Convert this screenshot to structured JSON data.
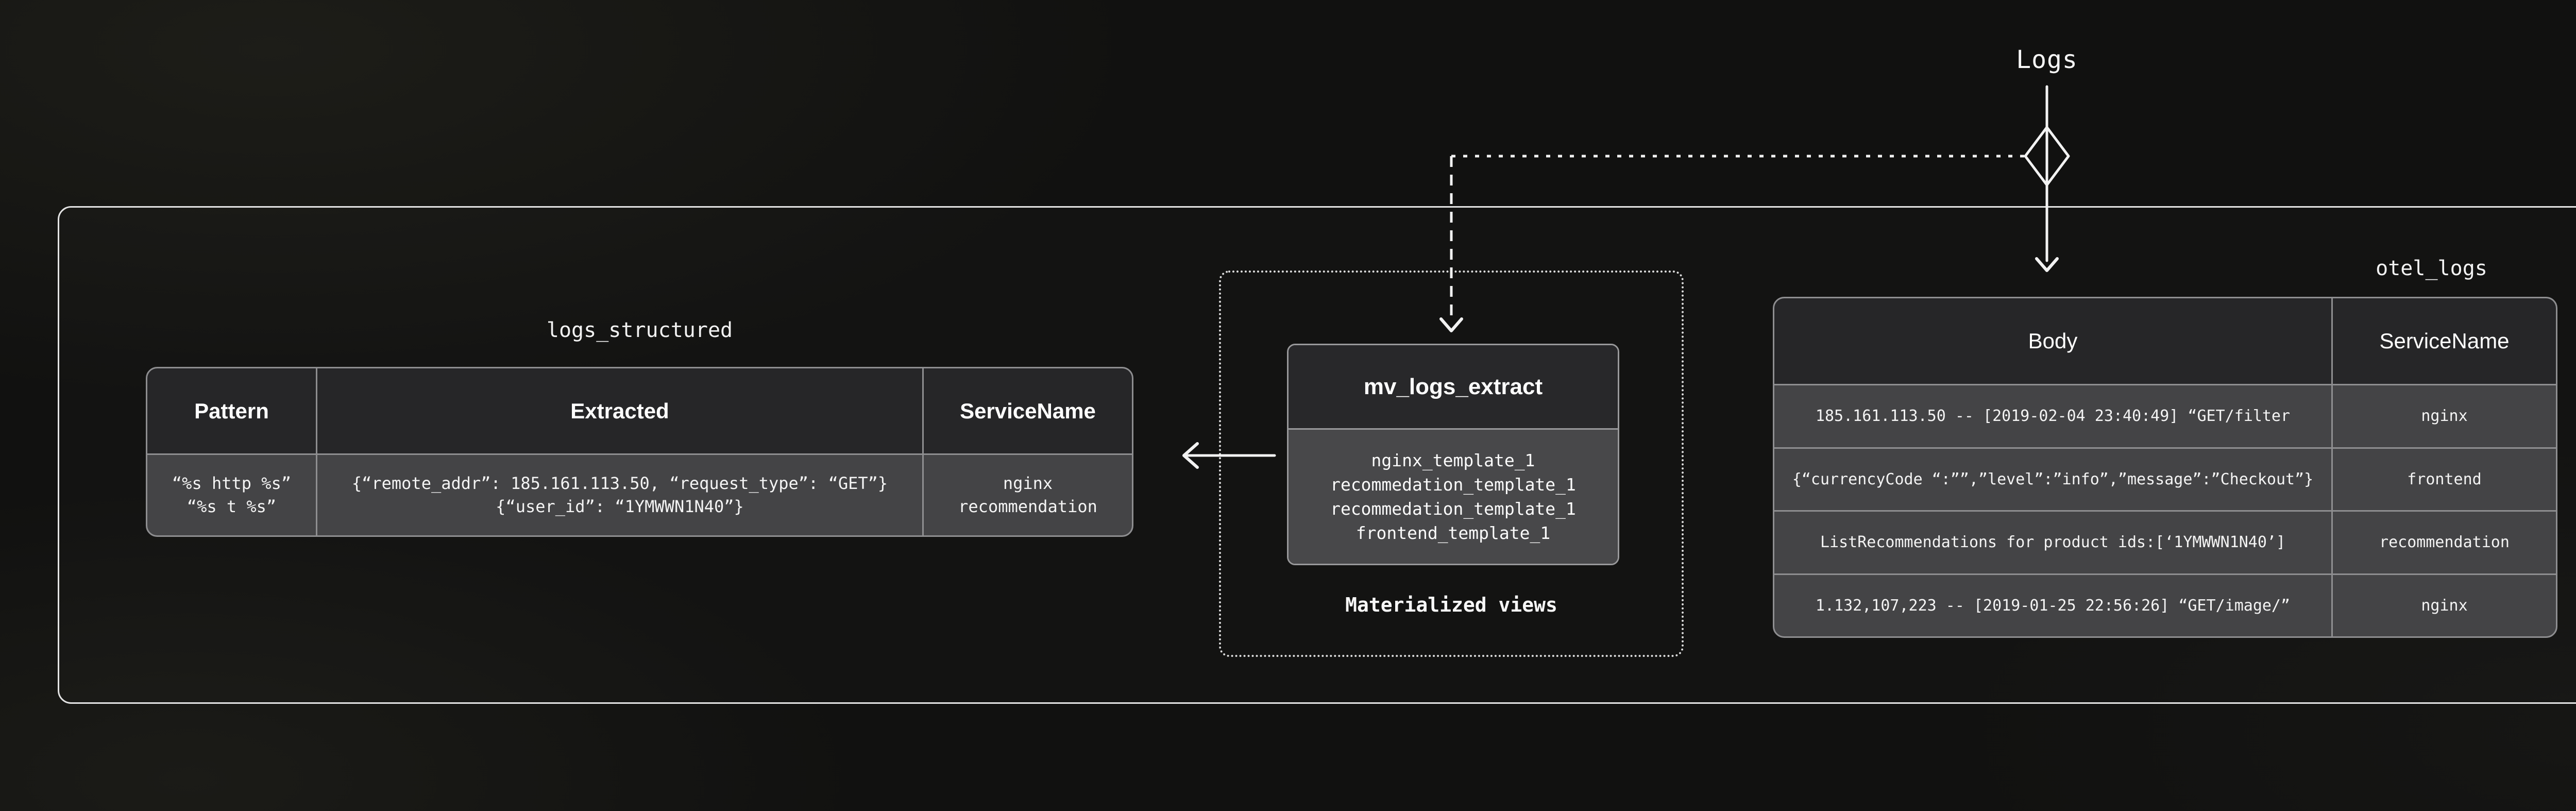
{
  "flow": {
    "source_label": "Logs"
  },
  "logs_structured": {
    "title": "logs_structured",
    "columns": [
      "Pattern",
      "Extracted",
      "ServiceName"
    ],
    "row": {
      "pattern_lines": [
        "“%s http %s”",
        "“%s t %s”"
      ],
      "extracted_lines": [
        "{“remote_addr”: 185.161.113.50, “request_type”: “GET”}",
        "{“user_id”: “1YMWWN1N40”}"
      ],
      "servicename_lines": [
        "nginx",
        "recommendation"
      ]
    }
  },
  "materialized_views": {
    "box_title": "mv_logs_extract",
    "items": [
      "nginx_template_1",
      "recommedation_template_1",
      "recommedation_template_1",
      "frontend_template_1"
    ],
    "caption": "Materialized views"
  },
  "otel_logs": {
    "title": "otel_logs",
    "columns": [
      "Body",
      "ServiceName"
    ],
    "rows": [
      {
        "body": "185.161.113.50 -- [2019-02-04 23:40:49] “GET/filter",
        "service": "nginx"
      },
      {
        "body": "{“currencyCode “:””,”level”:”info”,”message”:”Checkout”}",
        "service": "frontend"
      },
      {
        "body": "ListRecommendations for product ids:[‘1YMWWN1N40’]",
        "service": "recommendation"
      },
      {
        "body": "1.132,107,223 -- [2019-01-25 22:56:26] “GET/image/”",
        "service": "nginx"
      }
    ]
  },
  "colors": {
    "background": "#111110",
    "panel_border": "#e3e3e3",
    "table_border": "#8e8e90",
    "header_bg": "#262628",
    "row_bg": "#444446",
    "mv_body_bg": "#48484a",
    "text": "#f5f5f5",
    "connector": "#f2f2f2"
  }
}
